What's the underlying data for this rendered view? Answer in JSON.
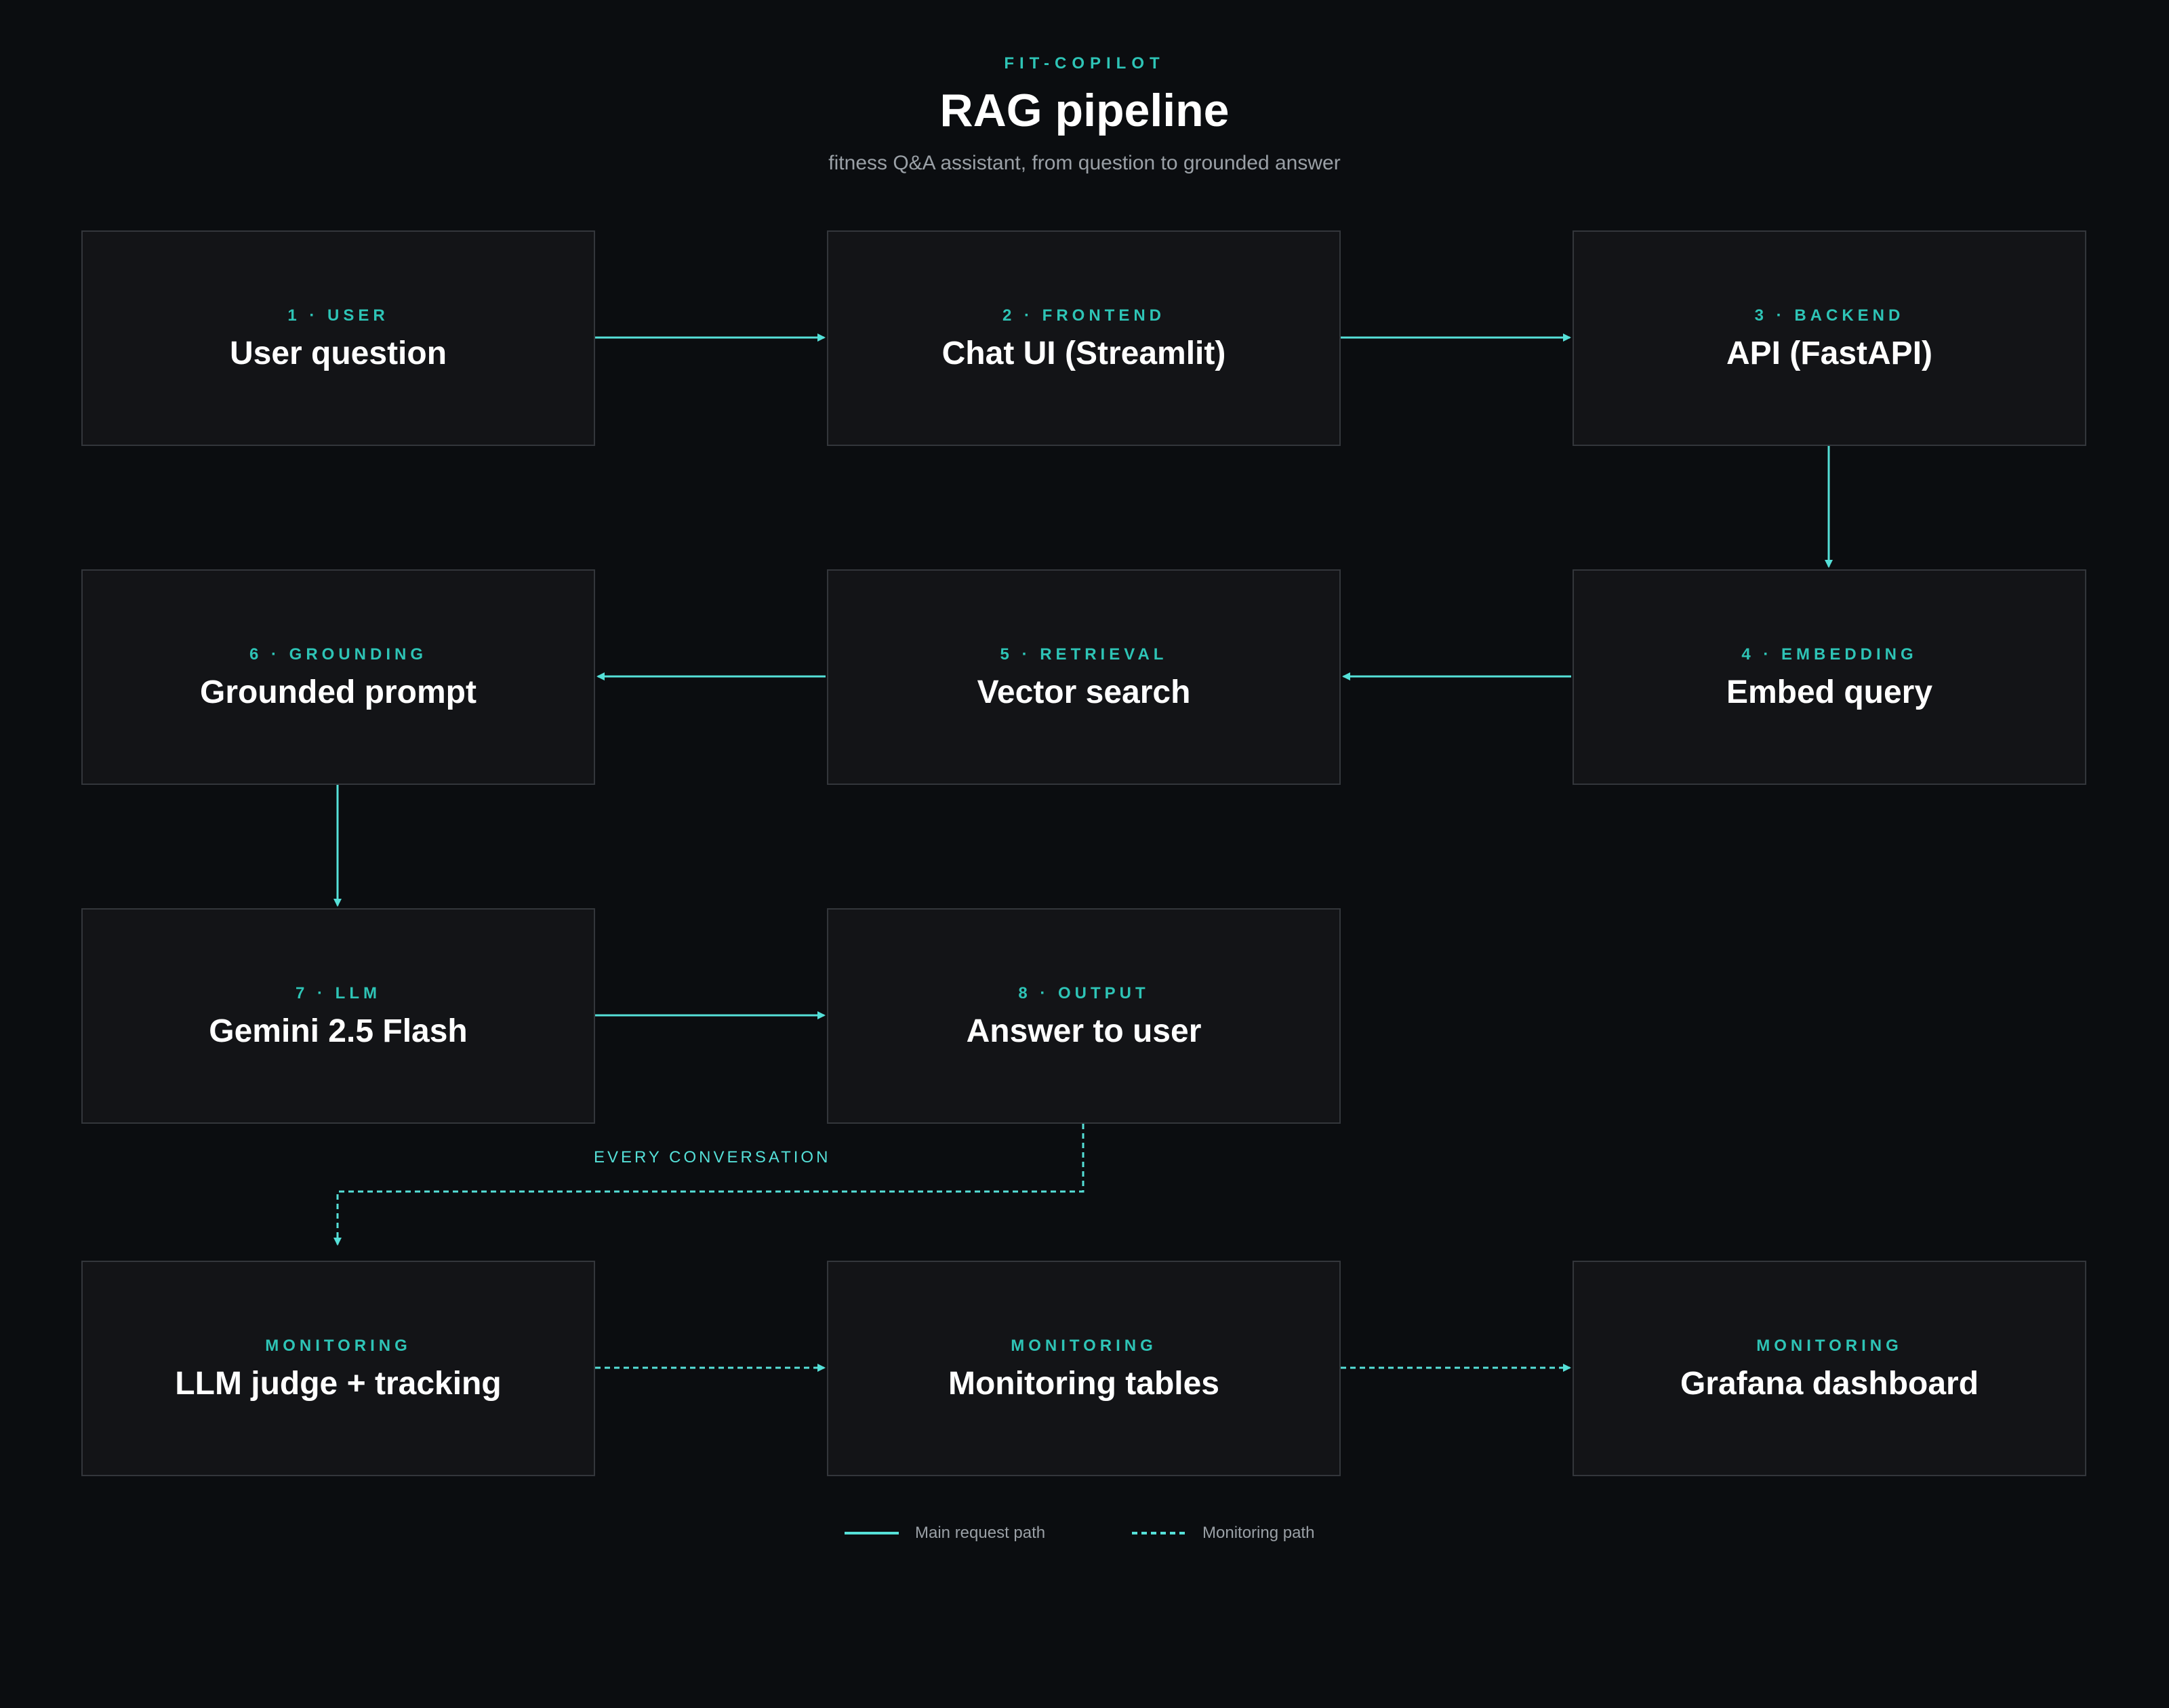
{
  "header": {
    "eyebrow": "FIT-COPILOT",
    "title": "RAG pipeline",
    "subtitle": "fitness Q&A assistant, from question to grounded answer"
  },
  "nodes": [
    {
      "tag": "1 · USER",
      "label": "User question"
    },
    {
      "tag": "2 · FRONTEND",
      "label": "Chat UI (Streamlit)"
    },
    {
      "tag": "3 · BACKEND",
      "label": "API (FastAPI)"
    },
    {
      "tag": "4 · EMBEDDING",
      "label": "Embed query"
    },
    {
      "tag": "5 · RETRIEVAL",
      "label": "Vector search"
    },
    {
      "tag": "6 · GROUNDING",
      "label": "Grounded prompt"
    },
    {
      "tag": "7 · LLM",
      "label": "Gemini 2.5 Flash"
    },
    {
      "tag": "8 · OUTPUT",
      "label": "Answer to user"
    },
    {
      "tag": "MONITORING",
      "label": "LLM judge + tracking"
    },
    {
      "tag": "MONITORING",
      "label": "Monitoring tables"
    },
    {
      "tag": "MONITORING",
      "label": "Grafana dashboard"
    }
  ],
  "edges": {
    "conversation_label": "EVERY CONVERSATION"
  },
  "legend": {
    "main": "Main request path",
    "monitoring": "Monitoring path"
  },
  "colors": {
    "accent": "#2ec4b6",
    "arrow": "#55e0d8",
    "background": "#0b0d10",
    "node_fill": "#131417",
    "node_border": "#33363b"
  }
}
